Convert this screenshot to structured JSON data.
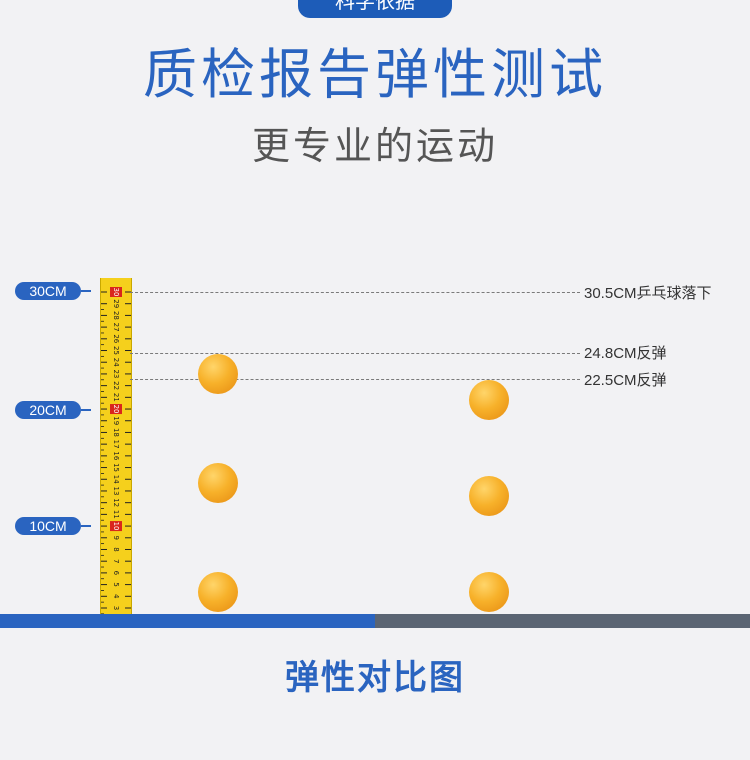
{
  "header": {
    "badge": "科学依据",
    "title": "质检报告弹性测试",
    "subtitle": "更专业的运动"
  },
  "scale": {
    "ticks": [
      "30CM",
      "20CM",
      "10CM"
    ]
  },
  "markers": {
    "drop": "30.5CM乒乓球落下",
    "rebound_high": "24.8CM反弹",
    "rebound_low": "22.5CM反弹"
  },
  "caption": "弹性对比图",
  "colors": {
    "accent": "#2a64c0",
    "base_right": "#5b6573",
    "ball": "#f7b12a",
    "ruler": "#f5d01c"
  }
}
